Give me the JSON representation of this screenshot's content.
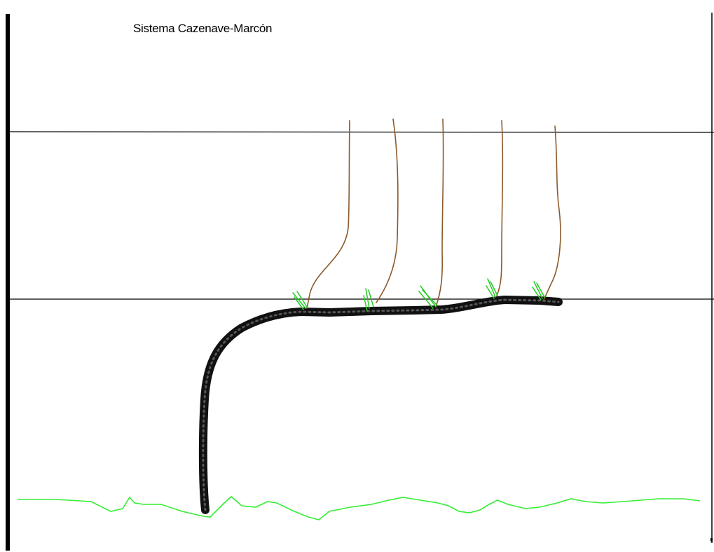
{
  "title": "Sistema Cazenave-Marcón",
  "colors": {
    "background": "#ffffff",
    "post": "#000000",
    "wire": "#000000",
    "cordon": "#111111",
    "shoot": "#8b5a2b",
    "bud": "#22cc22",
    "ground": "#33ee33"
  },
  "elements": {
    "vertical_post_count": 2,
    "wire_count": 2,
    "shoot_count": 5,
    "bud_count": 5
  }
}
